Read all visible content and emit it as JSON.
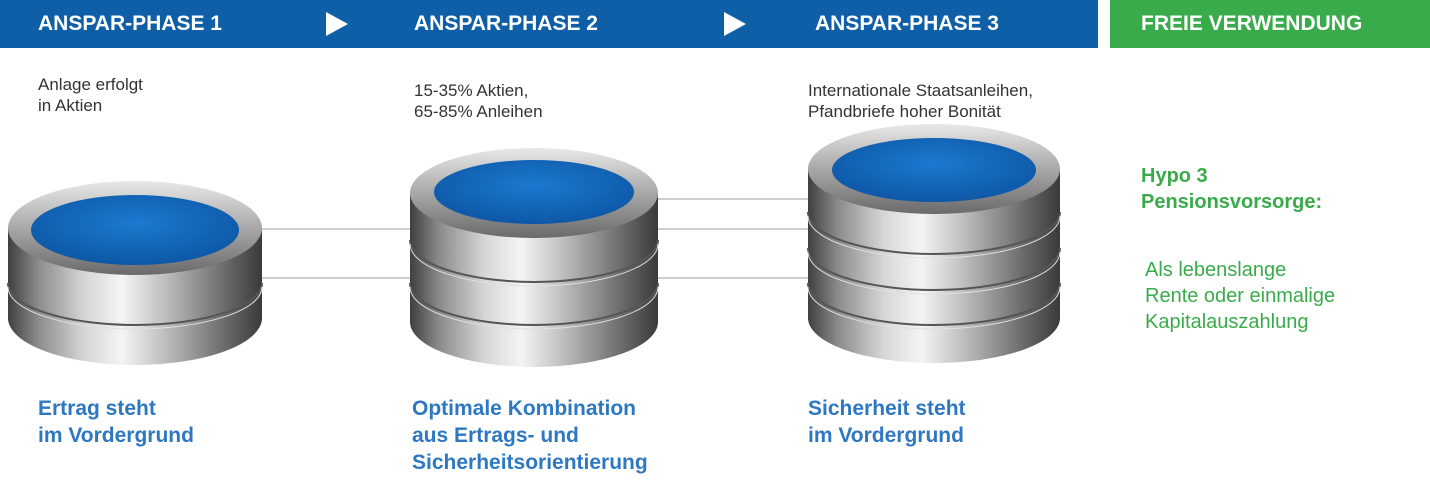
{
  "header": {
    "phases": [
      {
        "label": "ANSPAR-PHASE 1"
      },
      {
        "label": "ANSPAR-PHASE 2"
      },
      {
        "label": "ANSPAR-PHASE 3"
      }
    ],
    "final_label": "FREIE VERWENDUNG"
  },
  "phases": [
    {
      "description": "Anlage erfolgt\nin Aktien",
      "label": "Ertrag steht\nim Vordergrund",
      "cylinder_tiers": 2
    },
    {
      "description": "15-35% Aktien,\n65-85% Anleihen",
      "label": "Optimale Kombination\naus Ertrags- und\nSicherheitsorientierung",
      "cylinder_tiers": 3
    },
    {
      "description": "Internationale Staatsanleihen,\nPfandbriefe hoher Bonität",
      "label": "Sicherheit steht\nim Vordergrund",
      "cylinder_tiers": 4
    }
  ],
  "final": {
    "title": "Hypo 3\nPensionsvorsorge:",
    "text": "Als lebenslange\nRente oder einmalige\nKapitalauszahlung"
  },
  "colors": {
    "header_blue": "#0f5ea8",
    "header_green": "#3aab4b",
    "label_blue": "#2e78c2",
    "disk_blue": "#1565c0"
  }
}
